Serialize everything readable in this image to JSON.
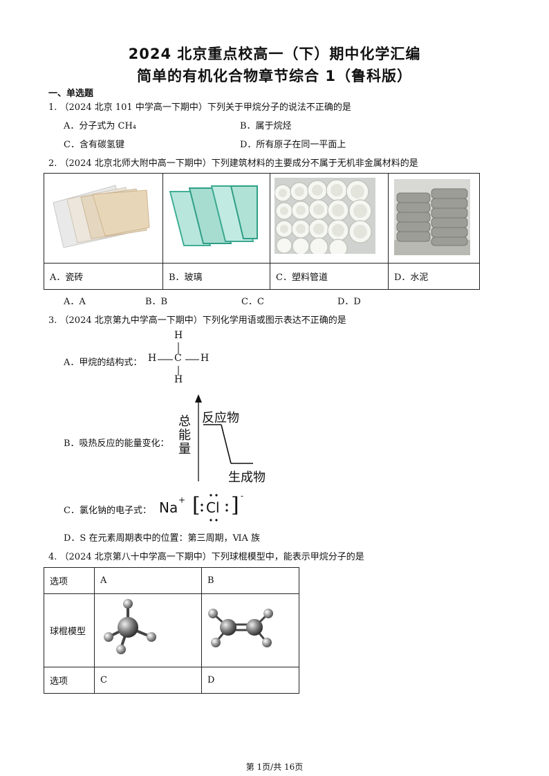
{
  "title1": "2024 北京重点校高一（下）期中化学汇编",
  "title2": "简单的有机化合物章节综合 1（鲁科版）",
  "section": "一、单选题",
  "q1": {
    "stem": "1. （2024 北京 101 中学高一下期中）下列关于甲烷分子的说法不正确的是",
    "options": [
      "A．分子式为 CH₄",
      "B．属于烷烃",
      "C．含有碳氢键",
      "D．所有原子在同一平面上"
    ]
  },
  "q2": {
    "stem": "2. （2024 北京北师大附中高一下期中）下列建筑材料的主要成分不属于无机非金属材料的是",
    "cells": [
      "A．瓷砖",
      "B．玻璃",
      "C．塑料管道",
      "D．水泥"
    ],
    "options": [
      "A．A",
      "B．B",
      "C．C",
      "D．D"
    ]
  },
  "q3": {
    "stem": "3. （2024 北京第九中学高一下期中）下列化学用语或图示表达不正确的是",
    "a_label": "A．甲烷的结构式：",
    "struct": {
      "top": "H",
      "left": "H",
      "center": "C",
      "right": "H",
      "bottom": "H"
    },
    "b_label": "B．吸热反应的能量变化：",
    "energy": {
      "ylabel": "总能量",
      "reactant": "反应物",
      "product": "生成物"
    },
    "c_label": "C．氯化钠的电子式：",
    "na": "Na",
    "na_charge": "+",
    "cl": "Cl",
    "cl_charge": "-",
    "d_label": "D．S 在元素周期表中的位置：第三周期，ⅥA 族"
  },
  "q4": {
    "stem": "4. （2024 北京第八十中学高一下期中）下列球棍模型中，能表示甲烷分子的是",
    "header": [
      "选项",
      "A",
      "B"
    ],
    "row2_label": "球棍模型",
    "row3": [
      "选项",
      "C",
      "D"
    ]
  },
  "footer": "第 1页/共 16页"
}
